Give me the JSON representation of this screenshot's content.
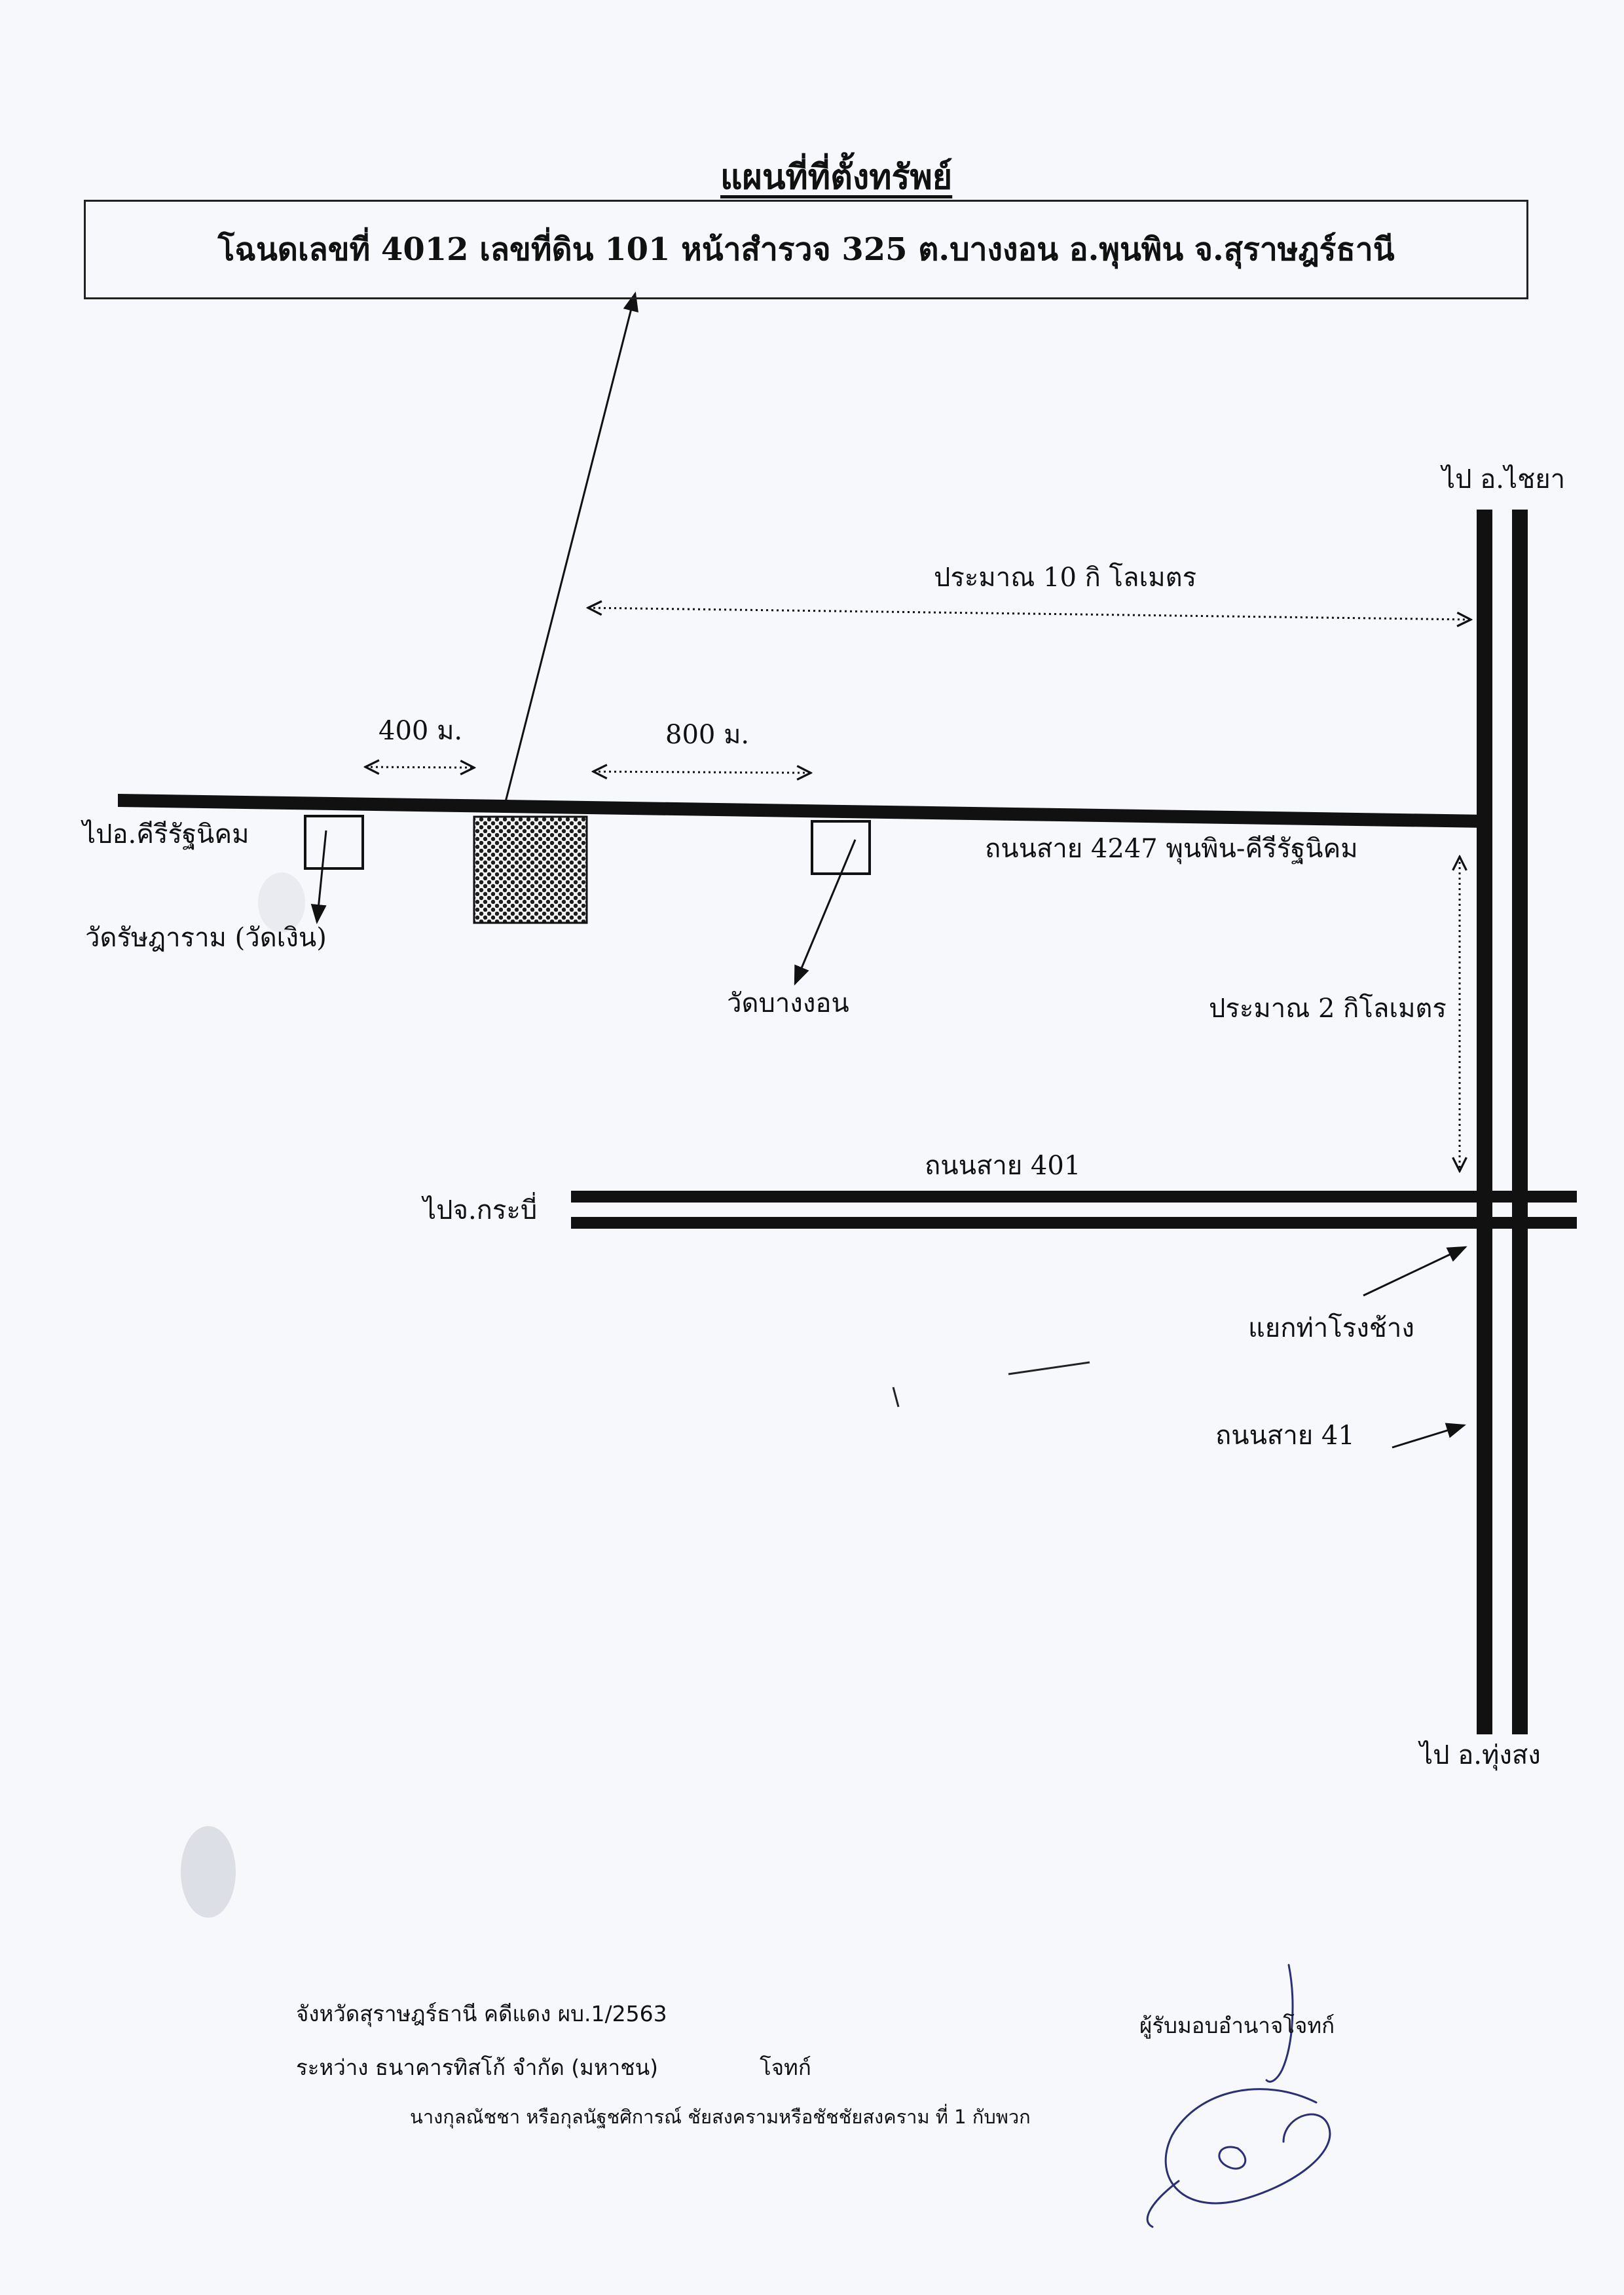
{
  "title": "แผนที่ที่ตั้งทรัพย์",
  "deed_description": "โฉนดเลขที่ 4012  เลขที่ดิน 101  หน้าสำรวจ 325  ต.บางงอน  อ.พุนพิน  จ.สุราษฎร์ธานี",
  "labels": {
    "to_chaiya": "ไป อ.ไชยา",
    "distance_10km": "ประมาณ 10 กิ โลเมตร",
    "dist_400m": "400 ม.",
    "dist_800m": "800 ม.",
    "to_khiri": "ไปอ.คีรีรัฐนิคม",
    "road_4247": "ถนนสาย 4247 พุนพิน-คีรีรัฐนิคม",
    "wat_ratbharam": "วัดรัษฎาราม (วัดเงิน)",
    "wat_bangngon": "วัดบางงอน",
    "distance_2km": "ประมาณ 2 กิโลเมตร",
    "road_401": "ถนนสาย 401",
    "to_krabi": "ไปจ.กระบี่",
    "junction": "แยกท่าโรงช้าง",
    "road_41": "ถนนสาย 41",
    "to_thungsong": "ไป อ.ทุ่งสง"
  },
  "footer": {
    "line1": "จังหวัดสุราษฎร์ธานี คดีแดง ผบ.1/2563",
    "line2_left": "ระหว่าง ธนาคารทิสโก้ จำกัด (มหาชน)",
    "line2_right": "โจทก์",
    "line3": "นางกุลณัชชา หรือกุลนัฐชศิการณ์ ชัยสงครามหรือชัชชัยสงคราม ที่ 1 กับพวก",
    "authorized": "ผู้รับมอบอำนาจโจทก์"
  },
  "colors": {
    "ink": "#111111",
    "property_fill": "#2a2a2a",
    "signature": "#2b2f7a"
  },
  "icons": [
    "property-parcel-icon",
    "temple-marker-icon",
    "signature-icon"
  ]
}
